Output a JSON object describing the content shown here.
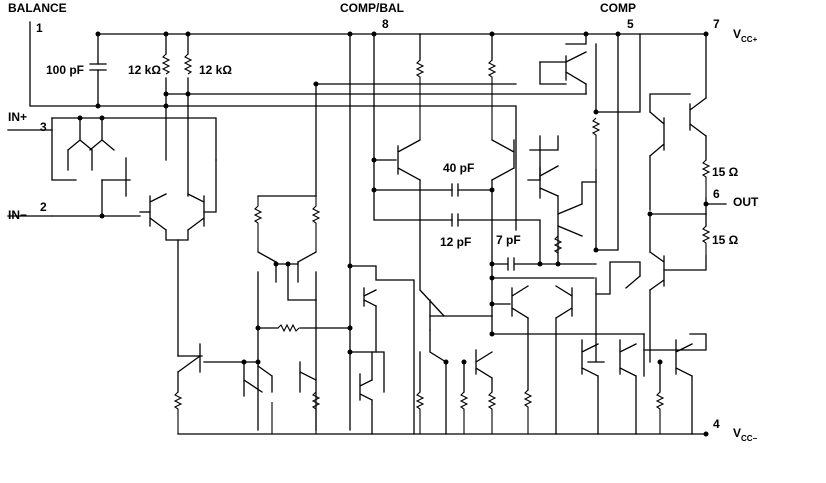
{
  "pins": {
    "balance": {
      "name": "BALANCE",
      "number": "1"
    },
    "in_plus": {
      "name": "IN+",
      "number": "3"
    },
    "in_minus": {
      "name": "IN−",
      "number": "2"
    },
    "comp_bal": {
      "name": "COMP/BAL",
      "number": "8"
    },
    "comp": {
      "name": "COMP",
      "number": "5"
    },
    "vcc_plus": {
      "name": "V",
      "sub": "CC+",
      "number": "7"
    },
    "out": {
      "name": "OUT",
      "number": "6"
    },
    "vcc_minus": {
      "name": "V",
      "sub": "CC−",
      "number": "4"
    }
  },
  "components": {
    "c_input": "100 pF",
    "r_left": "12 kΩ",
    "r_right": "12 kΩ",
    "c_40": "40 pF",
    "c_12": "12 pF",
    "c_7": "7 pF",
    "r_15_top": "15 Ω",
    "r_15_bottom": "15 Ω"
  }
}
